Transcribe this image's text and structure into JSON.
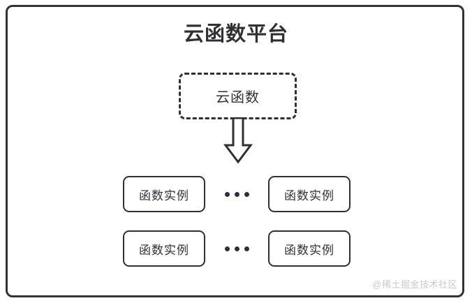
{
  "diagram": {
    "title": "云函数平台",
    "frame_color": "#323232",
    "text_color": "#2f3033",
    "background": "#ffffff",
    "cloud_function": {
      "label": "云函数",
      "border_style": "dashed"
    },
    "arrow": {
      "name": "down-block-arrow",
      "direction": "down",
      "color": "#2f3033"
    },
    "instance_rows": [
      {
        "left_label": "函数实例",
        "ellipsis": "•••",
        "right_label": "函数实例"
      },
      {
        "left_label": "函数实例",
        "ellipsis": "•••",
        "right_label": "函数实例"
      }
    ],
    "watermark": {
      "text": "@稀土掘金技术社区",
      "color": "#c9cacc"
    }
  }
}
